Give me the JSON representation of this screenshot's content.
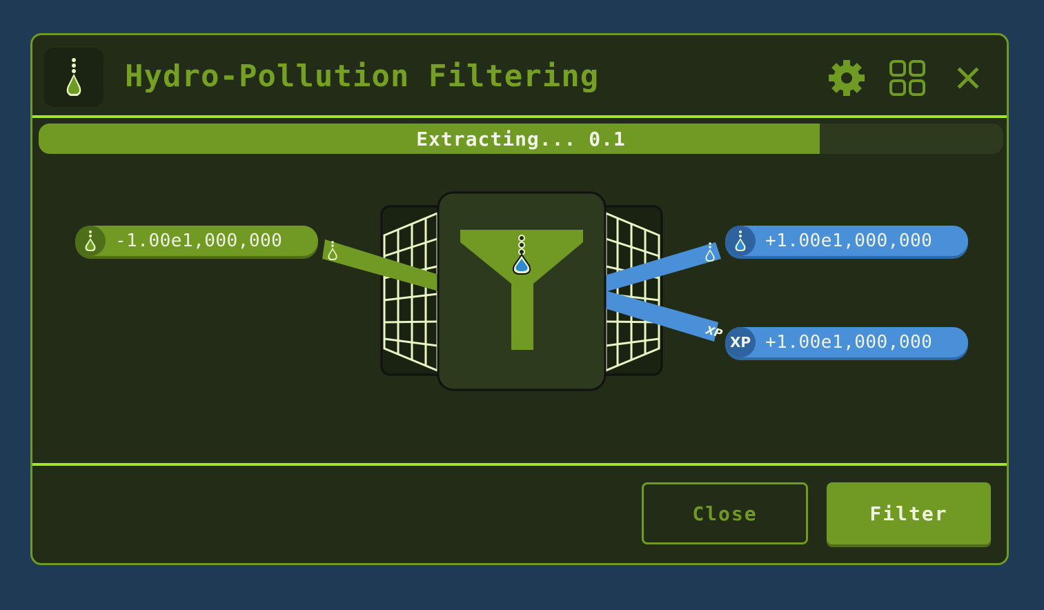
{
  "window": {
    "title": "Hydro-Pollution Filtering",
    "icon": "polluted-water-flask-icon",
    "header_buttons": [
      "gear-icon",
      "grid-icon",
      "close-icon"
    ]
  },
  "progress": {
    "label": "Extracting... 0.1",
    "fill_percent": 81
  },
  "input": {
    "icon": "polluted-water-flask-icon",
    "value": "-1.00e1,000,000"
  },
  "outputs": [
    {
      "icon": "clean-water-flask-icon",
      "value": "+1.00e1,000,000"
    },
    {
      "icon": "xp-icon",
      "icon_text": "XP",
      "value": "+1.00e1,000,000"
    }
  ],
  "footer": {
    "close_label": "Close",
    "filter_label": "Filter"
  },
  "colors": {
    "background": "#1f3a55",
    "panel": "#222c16",
    "accent_green": "#709a24",
    "bright_green": "#a2e52a",
    "water_blue": "#4a90d9",
    "grille": "#e9f6c4"
  }
}
